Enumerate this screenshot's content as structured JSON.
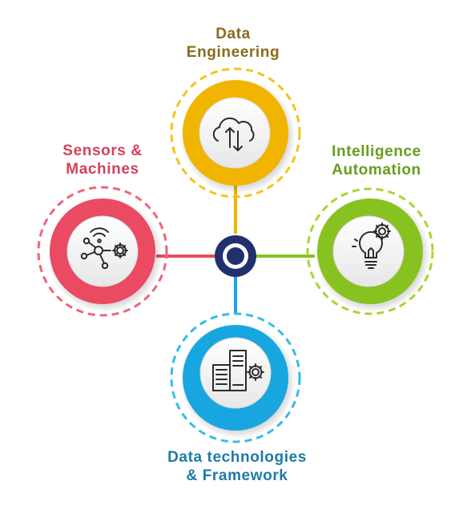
{
  "labels": {
    "top": {
      "line1": "Data",
      "line2": "Engineering",
      "color": "#8a6a1c"
    },
    "left": {
      "line1": "Sensors &",
      "line2": "Machines",
      "color": "#d4415c"
    },
    "right": {
      "line1": "Intelligence",
      "line2": "Automation",
      "color": "#6a9c1e"
    },
    "bottom": {
      "line1": "Data technologies",
      "line2": "& Framework",
      "color": "#1e7aa8"
    }
  },
  "colors": {
    "top_ring": "#f7c21b",
    "top_disc": "#f1b400",
    "left_ring": "#f0647a",
    "left_disc": "#ea4a62",
    "right_ring": "#a8d630",
    "right_disc": "#88c220",
    "bottom_ring": "#36bce8",
    "bottom_disc": "#18a6e0",
    "hub": "#22306e",
    "icon_stroke": "#2b2b2b"
  },
  "icons": {
    "top": "cloud-upload-download-icon",
    "left": "network-wifi-gear-icon",
    "right": "lightbulb-gear-icon",
    "bottom": "server-gear-icon"
  }
}
